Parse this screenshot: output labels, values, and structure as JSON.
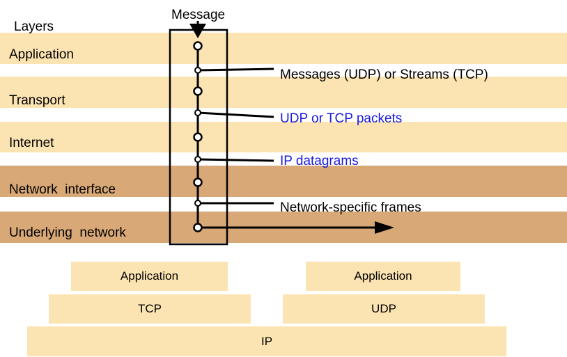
{
  "diagram": {
    "message_label": "Message",
    "layers_label": "Layers",
    "layers": [
      {
        "name": "Application",
        "color": "#fce4b2"
      },
      {
        "name": "Transport",
        "color": "#fce4b2"
      },
      {
        "name": "Internet",
        "color": "#fce4b2"
      },
      {
        "name": "Network  interface",
        "color": "#d9a877"
      },
      {
        "name": "Underlying  network",
        "color": "#d9a877"
      }
    ],
    "annotations": [
      {
        "text": "Messages (UDP) or Streams (TCP)",
        "color": "#000000"
      },
      {
        "text": "UDP or TCP packets",
        "color": "#1a1adc"
      },
      {
        "text": "IP datagrams",
        "color": "#1a1adc"
      },
      {
        "text": "Network-specific frames",
        "color": "#000000"
      }
    ]
  },
  "protocol_stack": {
    "left_app": "Application",
    "right_app": "Application",
    "tcp": "TCP",
    "udp": "UDP",
    "ip": "IP",
    "fill_color": "#fce4b2"
  }
}
